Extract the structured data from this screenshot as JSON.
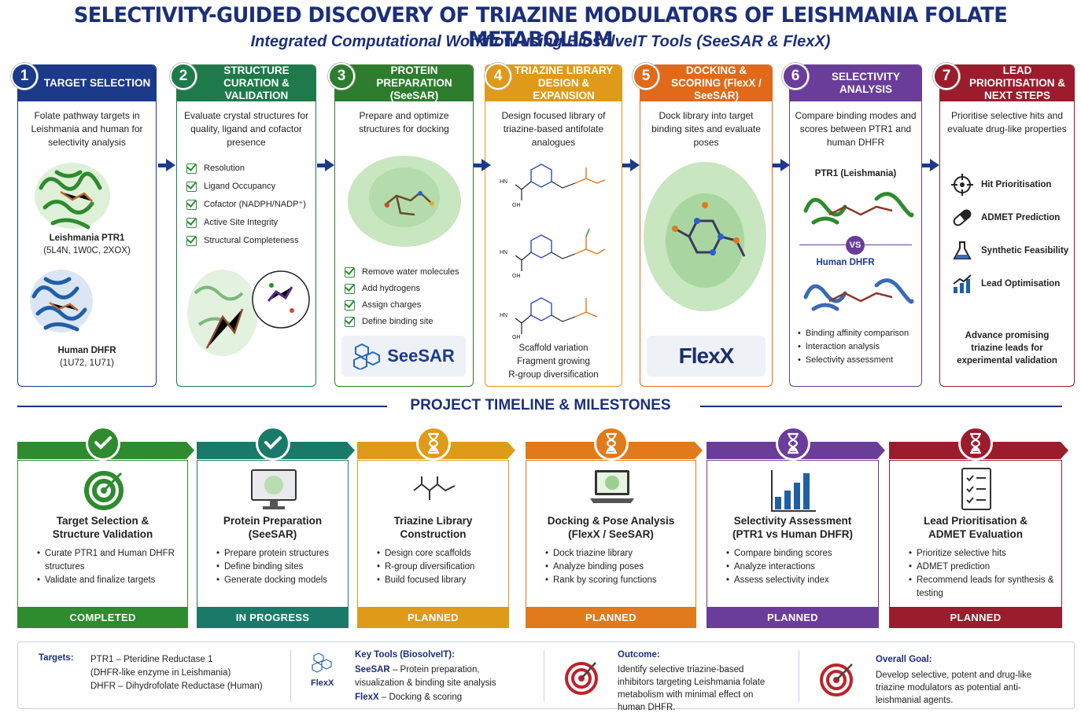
{
  "header": {
    "title": "SELECTIVITY-GUIDED DISCOVERY OF TRIAZINE MODULATORS OF LEISHMANIA FOLATE METABOLISM",
    "subtitle": "Integrated Computational Workflow using BiosolveIT Tools (SeeSAR & FlexX)"
  },
  "steps": [
    {
      "num": "1",
      "title": "TARGET SELECTION",
      "desc": "Folate pathway targets in Leishmania and human for selectivity analysis",
      "protein1_name": "Leishmania PTR1",
      "protein1_ids": "(5L4N, 1W0C, 2XOX)",
      "protein2_name": "Human DHFR",
      "protein2_ids": "(1U72, 1U71)",
      "color": "#1c3a8a"
    },
    {
      "num": "2",
      "title": "STRUCTURE CURATION & VALIDATION",
      "desc": "Evaluate crystal structures for quality, ligand and cofactor presence",
      "checks": [
        "Resolution",
        "Ligand Occupancy",
        "Cofactor (NADPH/NADP⁺)",
        "Active Site Integrity",
        "Structural Completeness"
      ],
      "color": "#1e7a4a"
    },
    {
      "num": "3",
      "title": "PROTEIN PREPARATION (SeeSAR)",
      "desc": "Prepare and optimize structures for docking",
      "checks": [
        "Remove water molecules",
        "Add hydrogens",
        "Assign charges",
        "Define binding site"
      ],
      "logo": "SeeSAR",
      "color": "#2e7d2e"
    },
    {
      "num": "4",
      "title": "TRIAZINE LIBRARY DESIGN & EXPANSION",
      "desc": "Design focused library of triazine-based antifolate analogues",
      "caption": [
        "Scaffold variation",
        "Fragment growing",
        "R-group diversification"
      ],
      "color": "#e09a1a"
    },
    {
      "num": "5",
      "title": "DOCKING & SCORING (FlexX / SeeSAR)",
      "desc": "Dock library into target binding sites and evaluate poses",
      "logo": "FlexX",
      "color": "#e06a1a"
    },
    {
      "num": "6",
      "title": "SELECTIVITY ANALYSIS",
      "desc": "Compare binding modes and scores between PTR1 and human DHFR",
      "label1": "PTR1 (Leishmania)",
      "vs": "VS",
      "label2": "Human DHFR",
      "bullets": [
        "Binding affinity comparison",
        "Interaction analysis",
        "Selectivity assessment"
      ],
      "color": "#6a3d9a"
    },
    {
      "num": "7",
      "title": "LEAD PRIORITISATION & NEXT STEPS",
      "desc": "Prioritise selective hits and evaluate drug-like properties",
      "items": [
        {
          "label": "Hit Prioritisation",
          "icon": "crosshair-icon"
        },
        {
          "label": "ADMET Prediction",
          "icon": "pill-icon"
        },
        {
          "label": "Synthetic Feasibility",
          "icon": "flask-icon"
        },
        {
          "label": "Lead Optimisation",
          "icon": "growth-chart-icon"
        }
      ],
      "footer": "Advance promising triazine leads for experimental validation",
      "color": "#9b1c2c"
    }
  ],
  "timeline": {
    "title": "PROJECT TIMELINE & MILESTONES",
    "cards": [
      {
        "title": "Target Selection & Structure Validation",
        "bullets": [
          "Curate PTR1 and Human DHFR structures",
          "Validate and finalize targets"
        ],
        "status": "COMPLETED",
        "state": "check-icon",
        "icon": "target-icon",
        "color": "#2e8b2e"
      },
      {
        "title": "Protein Preparation (SeeSAR)",
        "bullets": [
          "Prepare protein structures",
          "Define binding sites",
          "Generate docking models"
        ],
        "status": "IN PROGRESS",
        "state": "check-icon",
        "icon": "monitor-icon",
        "color": "#1a7a6a"
      },
      {
        "title": "Triazine Library Construction",
        "bullets": [
          "Design core scaffolds",
          "R-group diversification",
          "Build focused library"
        ],
        "status": "PLANNED",
        "state": "hourglass-icon",
        "icon": "molecule-icon",
        "color": "#e09a1a"
      },
      {
        "title": "Docking & Pose Analysis (FlexX / SeeSAR)",
        "bullets": [
          "Dock triazine library",
          "Analyze binding poses",
          "Rank by scoring functions"
        ],
        "status": "PLANNED",
        "state": "hourglass-icon",
        "icon": "laptop-icon",
        "color": "#e07a1a"
      },
      {
        "title": "Selectivity Assessment (PTR1 vs Human DHFR)",
        "bullets": [
          "Compare binding scores",
          "Analyze interactions",
          "Assess selectivity index"
        ],
        "status": "PLANNED",
        "state": "hourglass-icon",
        "icon": "bar-chart-icon",
        "color": "#6a3d9a"
      },
      {
        "title": "Lead Prioritisation & ADMET Evaluation",
        "bullets": [
          "Prioritize selective hits",
          "ADMET prediction",
          "Recommend leads for synthesis & testing"
        ],
        "status": "PLANNED",
        "state": "hourglass-icon",
        "icon": "checklist-icon",
        "color": "#9b1c2c"
      }
    ]
  },
  "footer": {
    "targets_label": "Targets:",
    "targets": [
      "PTR1 – Pteridine Reductase 1",
      "(DHFR-like enzyme in Leishmania)",
      "DHFR – Dihydrofolate Reductase (Human)"
    ],
    "tools_label": "Key Tools (BiosolveIT):",
    "tool1_name": "SeeSAR",
    "tool1_desc": " – Protein preparation, visualization & binding site analysis",
    "tool2_name": "FlexX",
    "tool2_desc": " – Docking & scoring",
    "outcome_label": "Outcome:",
    "outcome": "Identify selective triazine-based inhibitors targeting Leishmania folate metabolism with minimal effect on human DHFR.",
    "goal_label": "Overall Goal:",
    "goal": "Develop selective, potent and drug-like triazine modulators as potential anti-leishmanial agents.",
    "logo_text": "FlexX"
  }
}
